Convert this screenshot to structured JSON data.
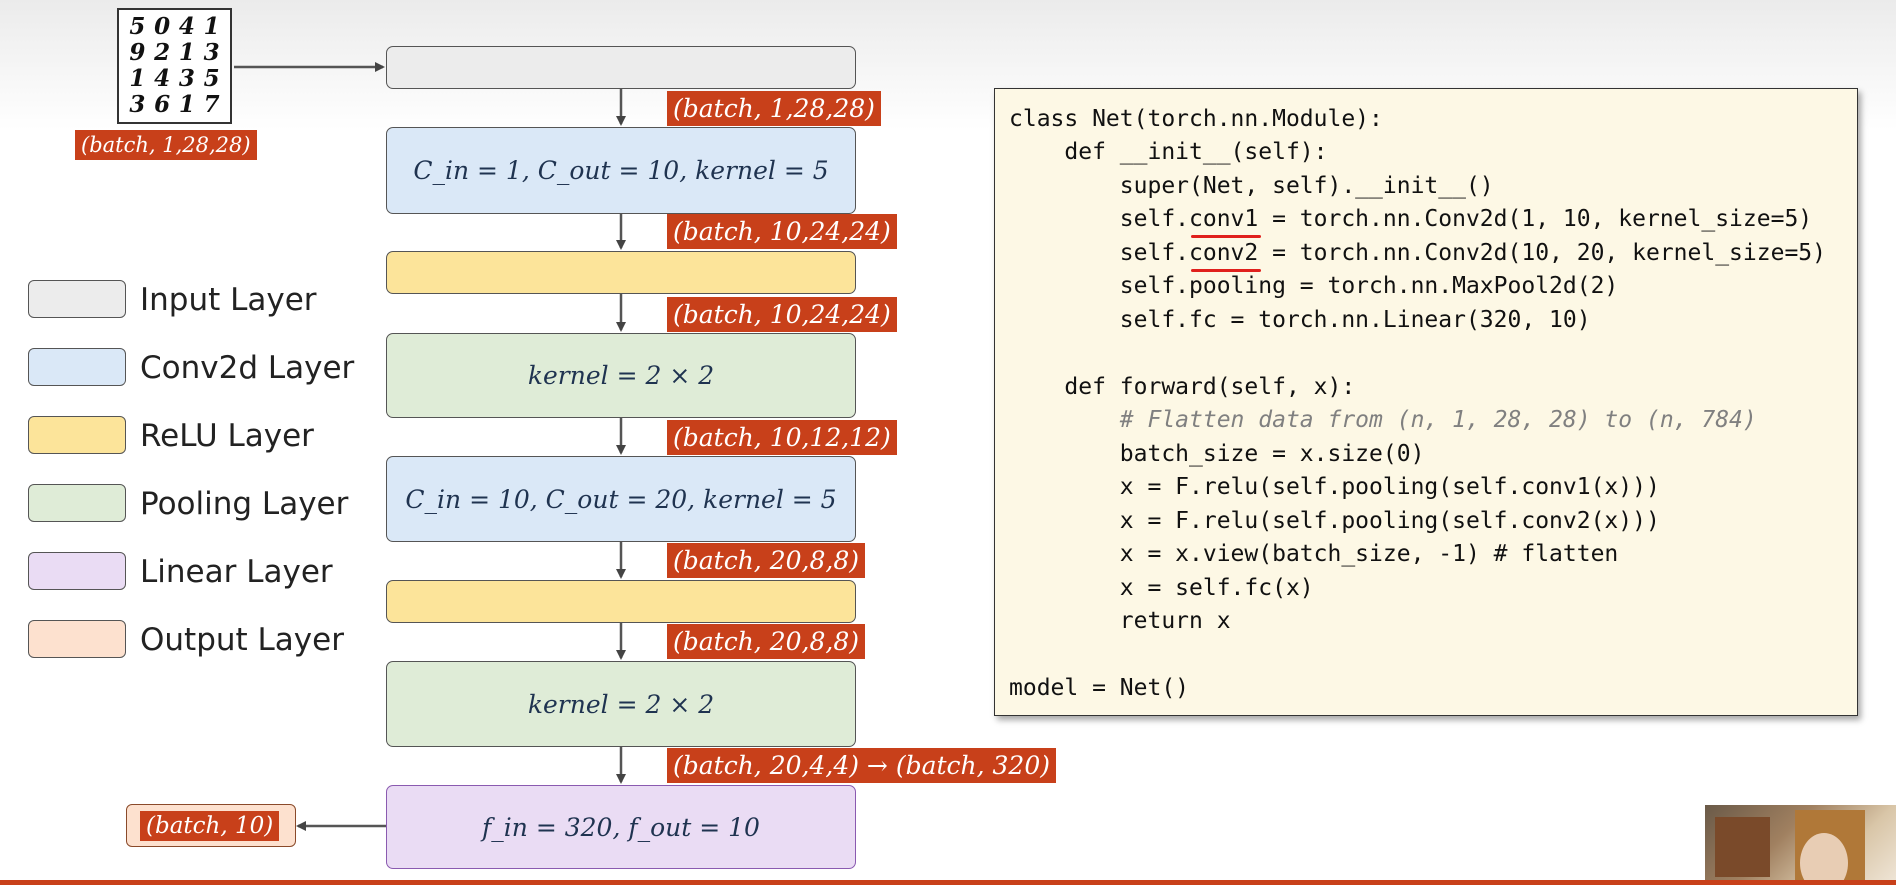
{
  "input_image": {
    "digits": [
      "5",
      "0",
      "4",
      "1",
      "9",
      "2",
      "1",
      "3",
      "1",
      "4",
      "3",
      "5",
      "3",
      "6",
      "1",
      "7"
    ]
  },
  "layers": {
    "conv1": "C_in = 1, C_out = 10, kernel = 5",
    "pool1": "kernel = 2 × 2",
    "conv2": "C_in = 10, C_out = 20, kernel = 5",
    "pool2": "kernel = 2 × 2",
    "linear": "f_in = 320, f_out = 10"
  },
  "shapes": {
    "input_caption": "(batch, 1,28,28)",
    "after_input": "(batch, 1,28,28)",
    "after_conv1": "(batch, 10,24,24)",
    "after_relu1": "(batch, 10,24,24)",
    "after_pool1": "(batch, 10,12,12)",
    "after_conv2": "(batch, 20,8,8)",
    "after_relu2": "(batch, 20,8,8)",
    "after_pool2": "(batch, 20,4,4) → (batch, 320)",
    "output": "(batch, 10)"
  },
  "legend": [
    {
      "label": "Input Layer",
      "color": "#ececec"
    },
    {
      "label": "Conv2d Layer",
      "color": "#dae8f7"
    },
    {
      "label": "ReLU Layer",
      "color": "#fce49a"
    },
    {
      "label": "Pooling Layer",
      "color": "#dfecd7"
    },
    {
      "label": "Linear Layer",
      "color": "#eadcf4"
    },
    {
      "label": "Output Layer",
      "color": "#fde1cf"
    }
  ],
  "code": {
    "lines": [
      "class Net(torch.nn.Module):",
      "    def __init__(self):",
      "        super(Net, self).__init__()",
      "        self.conv1 = torch.nn.Conv2d(1, 10, kernel_size=5)",
      "        self.conv2 = torch.nn.Conv2d(10, 20, kernel_size=5)",
      "        self.pooling = torch.nn.MaxPool2d(2)",
      "        self.fc = torch.nn.Linear(320, 10)",
      "",
      "    def forward(self, x):",
      "        # Flatten data from (n, 1, 28, 28) to (n, 784)",
      "        batch_size = x.size(0)",
      "        x = F.relu(self.pooling(self.conv1(x)))",
      "        x = F.relu(self.pooling(self.conv2(x)))",
      "        x = x.view(batch_size, -1) # flatten",
      "        x = self.fc(x)",
      "        return x",
      "",
      "model = Net()"
    ]
  },
  "colors": {
    "label_bg": "#c8401a",
    "keyword": "#1a1a8c",
    "self": "#8a4fa8",
    "number": "#2a3bd0",
    "comment": "#808080",
    "underline": "#e0201c"
  }
}
